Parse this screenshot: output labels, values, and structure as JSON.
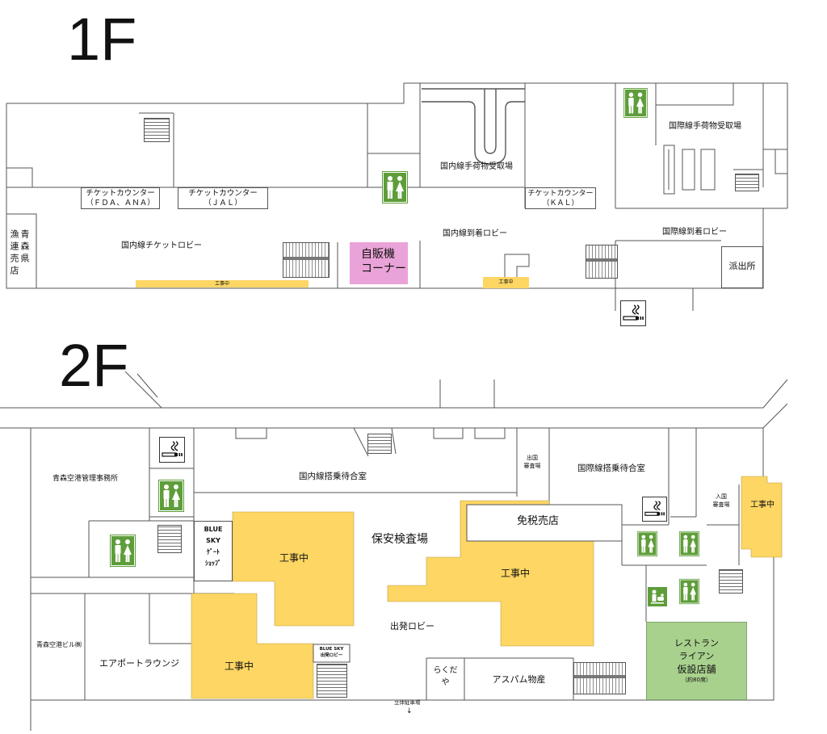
{
  "colors": {
    "construction": "#fdd663",
    "vending": "#eaa3d8",
    "restaurant": "#a9d18e",
    "restroom": "#5e9d3a",
    "wall": "#555555"
  },
  "icons": {
    "restroom": "restroom-icon",
    "smoking": "smoking-area-icon",
    "nursery": "nursery-room-icon",
    "stairs": "stairs-icon",
    "escalator": "escalator-icon",
    "arrow": "arrow-down-icon"
  },
  "floor1": {
    "label": "1F",
    "ticket_counter_fda_ana": {
      "line1": "チケットカウンター",
      "line2": "（ＦＤＡ、ＡＮＡ）"
    },
    "ticket_counter_jal": {
      "line1": "チケットカウンター",
      "line2": "（ＪＡＬ）"
    },
    "domestic_baggage_claim": "国内線手荷物受取場",
    "ticket_counter_kal": {
      "line1": "チケットカウンター",
      "line2": "（ＫＡＬ）"
    },
    "international_baggage_claim": "国際線手荷物受取場",
    "domestic_ticket_lobby": "国内線チケットロビー",
    "vending_corner": {
      "line1": "自販機",
      "line2": "コーナー"
    },
    "domestic_arrival_lobby": "国内線到着ロビー",
    "international_arrival_lobby": "国際線到着ロビー",
    "police_box": "派出所",
    "fishery_shop": {
      "col1": "青森県",
      "col2": "漁連売店"
    },
    "construction": [
      "工事中",
      "工事中"
    ]
  },
  "floor2": {
    "label": "2F",
    "airport_management_office": "青森空港管理事務所",
    "domestic_departure_lounge": "国内線搭乗待合室",
    "departure_immigration": {
      "line1": "出国",
      "line2": "審査場"
    },
    "international_departure_lounge": "国際線搭乗待合室",
    "arrival_immigration": {
      "line1": "入国",
      "line2": "審査場"
    },
    "blue_sky_gate_shop": [
      "BLUE",
      "SKY",
      "ｹﾞｰﾄ",
      "ｼｮｯﾌﾟ"
    ],
    "security_checkpoint": "保安検査場",
    "duty_free_shop": "免税売店",
    "departure_lobby": "出発ロビー",
    "airport_building_company": "青森空港ビル㈱",
    "airport_lounge": "エアポートラウンジ",
    "blue_sky_departure_lobby": {
      "line1": "BLUE SKY",
      "line2": "出発ロビー"
    },
    "rakudaya": {
      "line1": "らくだ",
      "line2": "や"
    },
    "aspam_products": "アスパム物産",
    "restaurant_lion": {
      "line1": "レストラン",
      "line2": "ライアン",
      "line3": "仮設店舗",
      "line4": "（約80席）"
    },
    "parking_garage": "立体駐車場",
    "parking_arrow": "↓",
    "construction": [
      "工事中",
      "工事中",
      "工事中",
      "工事中"
    ]
  }
}
